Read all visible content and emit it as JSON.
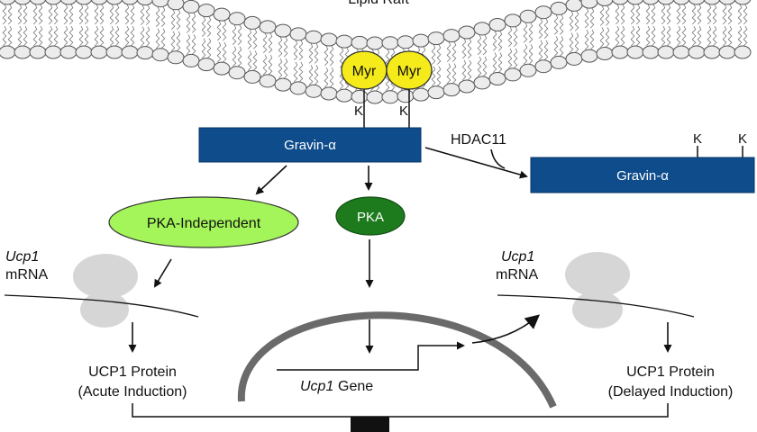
{
  "membrane": {
    "label": "Lipid Raft"
  },
  "myr": {
    "left": "Myr",
    "right": "Myr"
  },
  "lysine": "K",
  "gravin_left": {
    "label": "Gravin-α"
  },
  "gravin_right": {
    "label": "Gravin-α"
  },
  "hdac": {
    "label": "HDAC11"
  },
  "pka_independent": {
    "label": "PKA-Independent"
  },
  "pka": {
    "label": "PKA"
  },
  "mrna_left": {
    "gene": "Ucp1",
    "word": "mRNA"
  },
  "mrna_right": {
    "gene": "Ucp1",
    "word": "mRNA"
  },
  "protein_left": {
    "line1": "UCP1 Protein",
    "line2": "(Acute Induction)"
  },
  "protein_right": {
    "line1": "UCP1 Protein",
    "line2": "(Delayed Induction)"
  },
  "gene": {
    "name": "Ucp1",
    "word": "Gene"
  },
  "colors": {
    "navy": "#0e4c8c",
    "myr_yellow": "#f5ea1a",
    "light_green": "#a4f55a",
    "dark_green": "#1d7a1d",
    "ribosome_gray": "#d6d6d6",
    "nucleus_gray": "#6a6a6a"
  }
}
